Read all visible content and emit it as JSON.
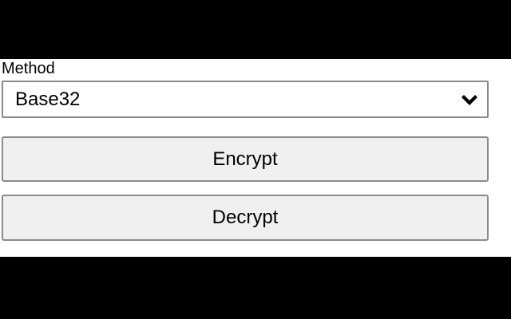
{
  "popup": {
    "method_label": "Method",
    "method_select": {
      "selected": "Base32",
      "icon": "chevron-down-icon"
    },
    "encrypt_label": "Encrypt",
    "decrypt_label": "Decrypt"
  },
  "colors": {
    "letterbox": "#000000",
    "content_background": "#ffffff",
    "control_border": "#8a8a8a",
    "button_background": "#f0f0f0",
    "text": "#000000"
  }
}
